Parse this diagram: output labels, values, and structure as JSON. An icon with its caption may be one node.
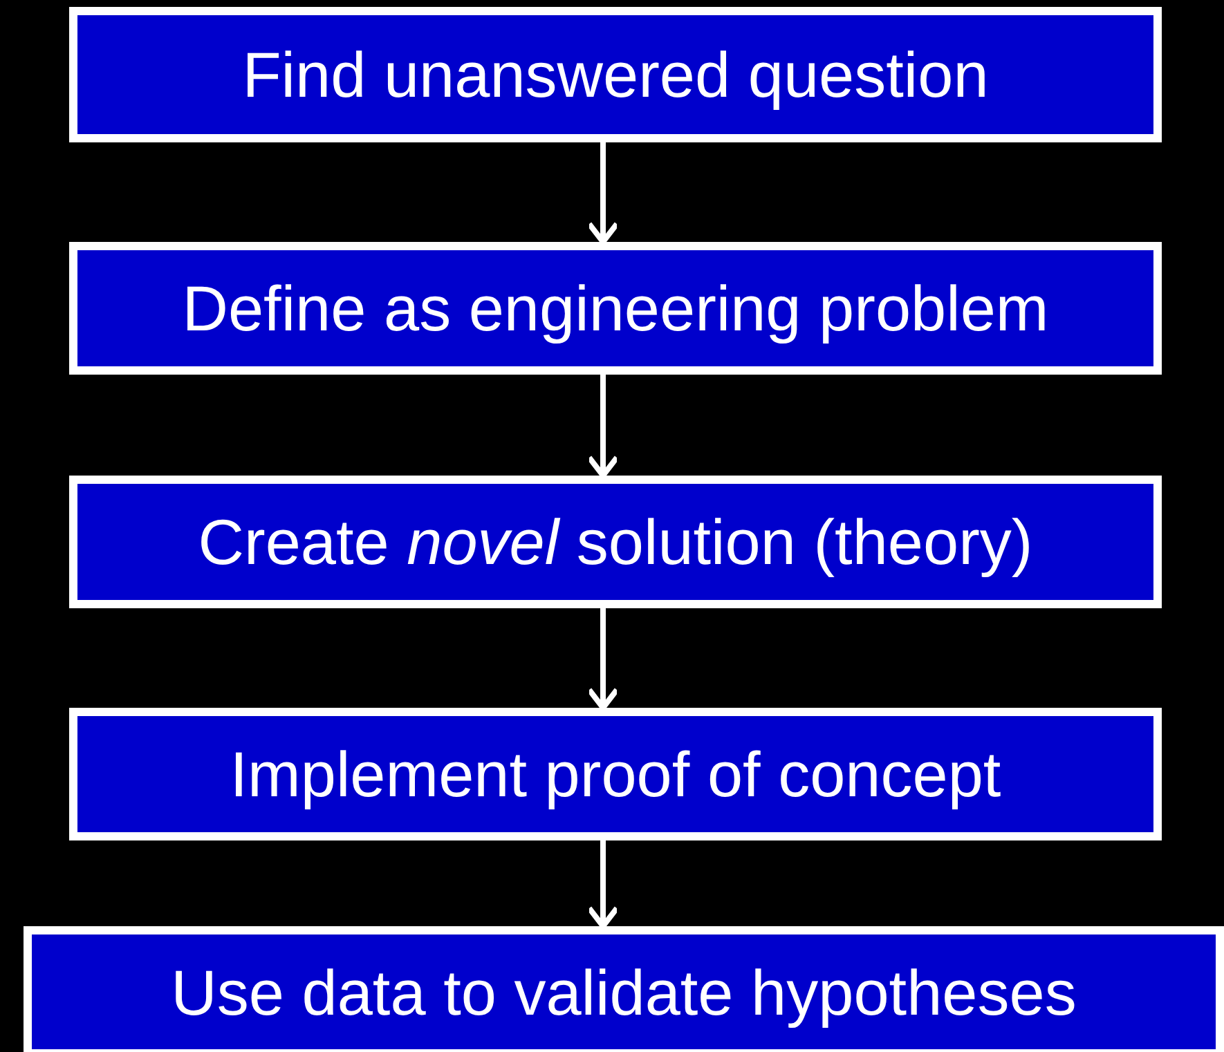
{
  "diagram": {
    "nodes": [
      {
        "text": [
          "Find unanswered question"
        ]
      },
      {
        "text": [
          "Define as engineering problem"
        ]
      },
      {
        "text": [
          "Create *novel* solution (theory)"
        ]
      },
      {
        "text": [
          "Implement proof of concept"
        ]
      },
      {
        "text": [
          "Use data to validate hypotheses"
        ]
      }
    ],
    "edges": [
      {
        "from": 0,
        "to": 1,
        "arrow": "to"
      },
      {
        "from": 1,
        "to": 2,
        "arrow": "to"
      },
      {
        "from": 2,
        "to": 3,
        "arrow": "to"
      },
      {
        "from": 3,
        "to": 4,
        "arrow": "to"
      }
    ]
  }
}
